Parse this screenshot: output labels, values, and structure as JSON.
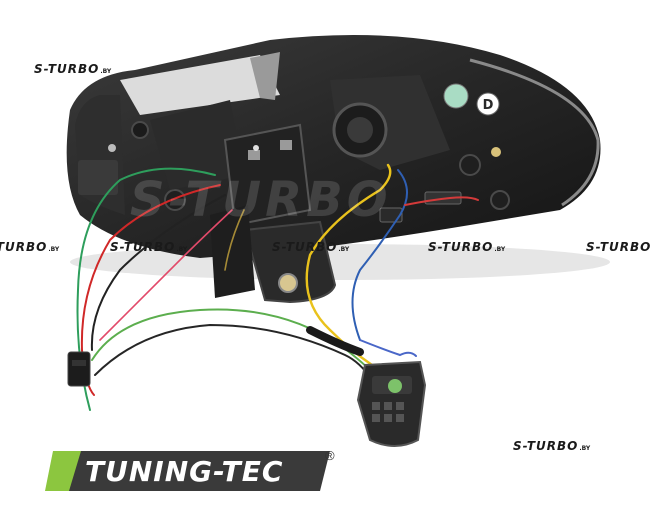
{
  "watermarks": {
    "top_left": "S-TURBO",
    "top_left_suffix": ".BY",
    "center_large": "S-TURBO",
    "row_1": "S-TURBO",
    "row_1_suffix": ".BY",
    "row_2": "S-TURBO",
    "row_2_suffix": ".BY",
    "row_3": "S-TURBO",
    "row_3_suffix": ".BY",
    "row_4": "S-TURBO",
    "row_4_suffix": ".BY",
    "row_5": "S-TURBO",
    "bottom_right": "S-TURBO",
    "bottom_right_suffix": ".BY"
  },
  "product": {
    "badge_letter": "D"
  },
  "brand": {
    "logo_text": "TUNING-TEC",
    "registered_mark": "®",
    "green": "#8cc63f",
    "dark": "#3a3a3a"
  }
}
